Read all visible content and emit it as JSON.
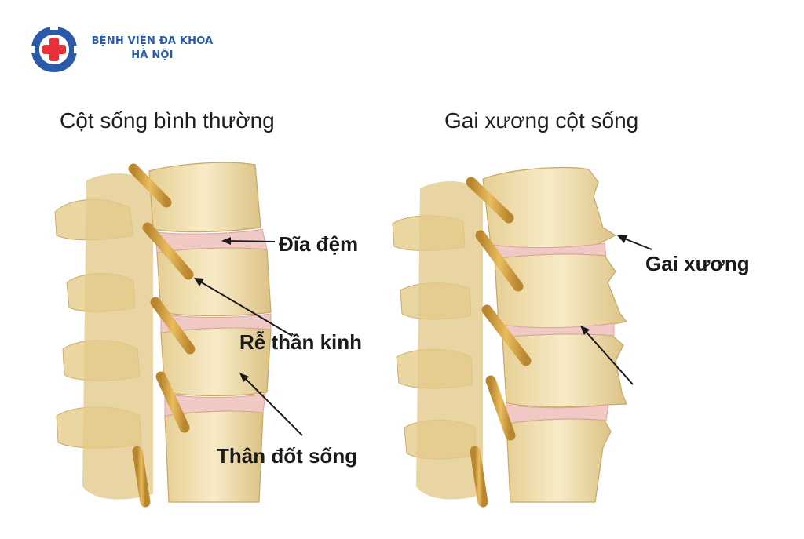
{
  "logo": {
    "line1": "BỆNH VIỆN ĐA KHOA",
    "line2": "HÀ NỘI",
    "colors": {
      "blue": "#2a5aa8",
      "red": "#e8303a"
    }
  },
  "panels": [
    {
      "title": "Cột sống bình thường"
    },
    {
      "title": "Gai xương cột sống"
    }
  ],
  "labels": {
    "disc": "Đĩa đệm",
    "nerve_root": "Rễ thần kinh",
    "vertebral_body": "Thân đốt sống",
    "bone_spur": "Gai xương"
  },
  "colors": {
    "bone": "#f1e1b4",
    "bone_shadow": "#d9bf80",
    "disc": "#f0c8c4",
    "nerve": "#d9a94a",
    "text": "#1a1a1a"
  }
}
